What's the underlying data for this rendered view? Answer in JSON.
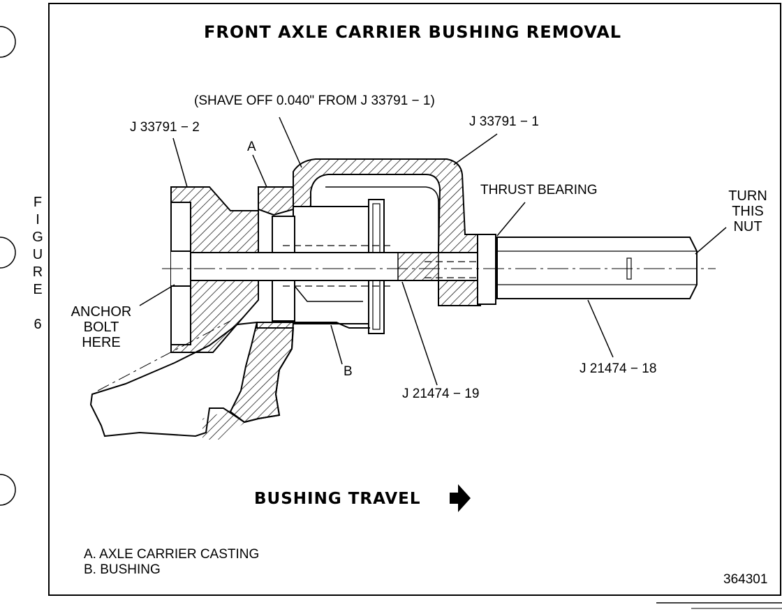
{
  "title": "FRONT AXLE CARRIER BUSHING REMOVAL",
  "figure_label": "FIGURE 6",
  "figure_letters": [
    "F",
    "I",
    "G",
    "U",
    "R",
    "E",
    "",
    "6"
  ],
  "callouts": {
    "shave_note": "(SHAVE OFF 0.040\" FROM J 33791 − 1)",
    "tool_2": "J 33791 − 2",
    "tool_1": "J 33791 − 1",
    "a": "A",
    "thrust_bearing": "THRUST BEARING",
    "turn_nut": [
      "TURN",
      "THIS",
      "NUT"
    ],
    "anchor_bolt": [
      "ANCHOR",
      "BOLT",
      "HERE"
    ],
    "b": "B",
    "tool_19": "J 21474 − 19",
    "tool_18": "J 21474 − 18"
  },
  "direction": {
    "label": "BUSHING TRAVEL",
    "icon": "right-arrow-icon"
  },
  "legend": [
    "A. AXLE CARRIER CASTING",
    "B. BUSHING"
  ],
  "figure_number": "364301"
}
